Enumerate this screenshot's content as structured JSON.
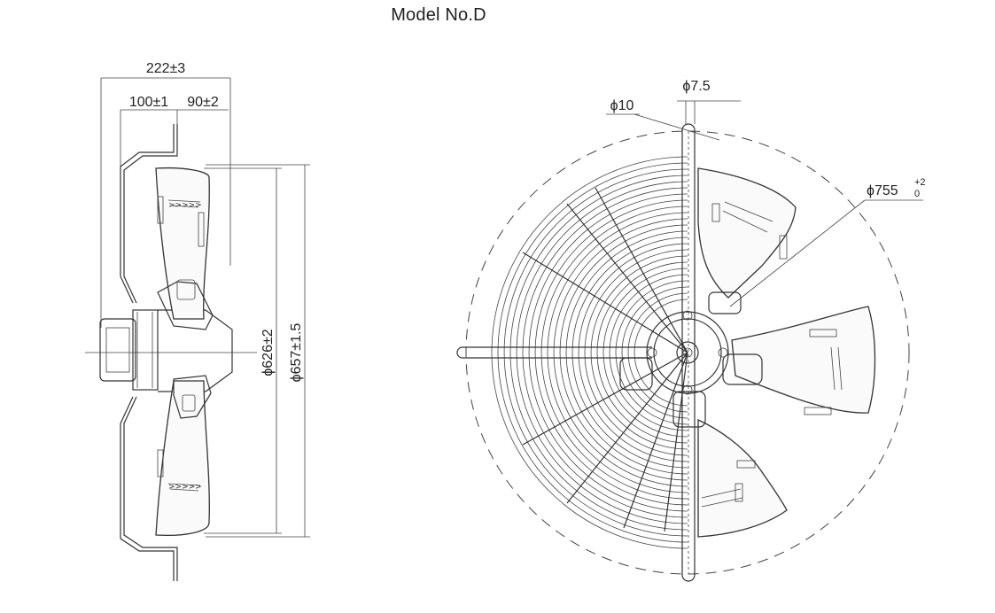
{
  "title": "Model No.D",
  "side_view": {
    "width_total": "222±3",
    "width_a": "100±1",
    "width_b": "90±2",
    "dia_inner": "ϕ626±2",
    "dia_outer": "ϕ657±1.5"
  },
  "front_view": {
    "shaft_dia": "ϕ7.5",
    "hole_dia": "ϕ10",
    "outer_dia": "ϕ755",
    "outer_tol_upper": "+2",
    "outer_tol_lower": "0"
  }
}
